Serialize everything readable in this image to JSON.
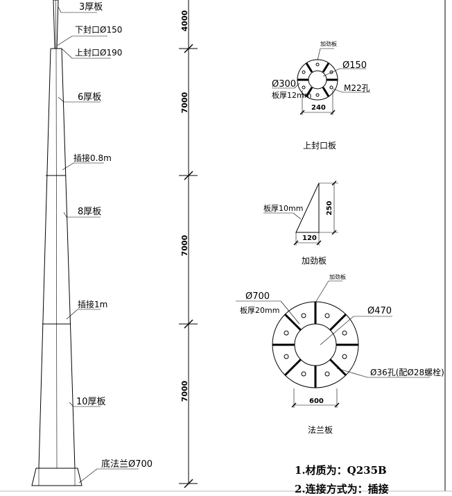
{
  "pole": {
    "labels": {
      "top_segment": "3厚板",
      "lower_cap": "下封口Ø150",
      "upper_cap": "上封口Ø190",
      "segment_2": "6厚板",
      "insert_1": "插接0.8m",
      "segment_3": "8厚板",
      "insert_2": "插接1m",
      "segment_4": "10厚板",
      "base": "底法兰Ø700"
    },
    "dimensions": [
      "4000",
      "7000",
      "7000",
      "7000"
    ]
  },
  "top_cap": {
    "title": "上封口板",
    "rib_label": "加劲板",
    "inner_dia": "Ø150",
    "outer_dia": "Ø300",
    "thickness": "板厚12mm",
    "bolt": "M22孔",
    "bolt_circle": "240"
  },
  "rib": {
    "title": "加劲板",
    "thickness": "板厚10mm",
    "height": "250",
    "width": "120"
  },
  "flange": {
    "title": "法兰板",
    "rib_label": "加劲板",
    "outer_dia": "Ø700",
    "thickness": "板厚20mm",
    "inner_dia": "Ø470",
    "holes": "Ø36孔(配Ø28螺栓)",
    "bolt_circle": "600"
  },
  "notes": [
    "1.材质为：Q235B",
    "2.连接方式为：插接"
  ]
}
